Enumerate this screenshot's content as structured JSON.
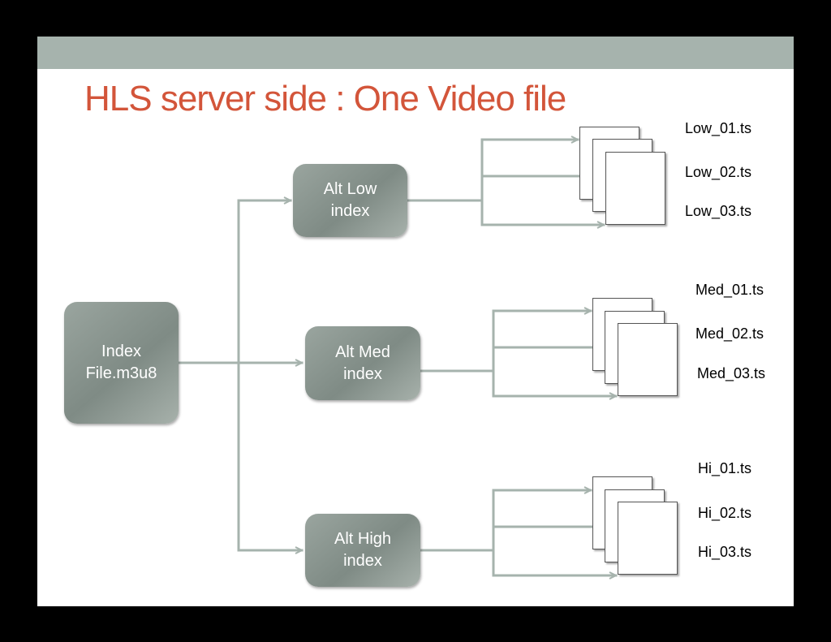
{
  "title": "HLS server side : One Video file",
  "colors": {
    "title": "#d3553a",
    "bar": "#a6b3ad",
    "node": "#8a958f",
    "arrow": "#a6b3ad"
  },
  "index_node": {
    "line1": "Index",
    "line2": "File.m3u8"
  },
  "alt_nodes": [
    {
      "line1": "Alt Low",
      "line2": "index"
    },
    {
      "line1": "Alt Med",
      "line2": "index"
    },
    {
      "line1": "Alt High",
      "line2": "index"
    }
  ],
  "segments": [
    [
      "Low_01.ts",
      "Low_02.ts",
      "Low_03.ts"
    ],
    [
      "Med_01.ts",
      "Med_02.ts",
      "Med_03.ts"
    ],
    [
      "Hi_01.ts",
      "Hi_02.ts",
      "Hi_03.ts"
    ]
  ]
}
